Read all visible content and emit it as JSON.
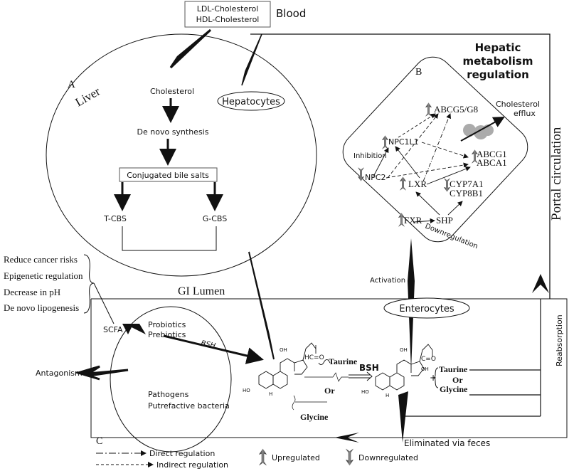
{
  "blood": {
    "ldl": "LDL-Cholesterol",
    "hdl": "HDL-Cholesterol",
    "label": "Blood"
  },
  "liver": {
    "panel": "A",
    "label": "Liver",
    "hepatocytes": "Hepatocytes",
    "cholesterol": "Cholesterol",
    "de_novo": "De novo synthesis",
    "conjugated": "Conjugated bile salts",
    "tcbs": "T-CBS",
    "gcbs": "G-CBS"
  },
  "hepatic": {
    "panel": "B",
    "title_1": "Hepatic",
    "title_2": "metabolism",
    "title_3": "regulation",
    "abcg5": "ABCG5/G8",
    "efflux_1": "Cholesterol",
    "efflux_2": "efflux",
    "npc1l1": "NPC1L1",
    "inhibition": "Inhibition",
    "npc2": "NPC2",
    "lxr": "LXR",
    "abcg1": "ABCG1",
    "abca1": "ABCA1",
    "cyp7a1": "CYP7A1",
    "cyp8b1": "CYP8B1",
    "fxr": "FXR",
    "shp": "SHP",
    "downregulation": "Downregulation"
  },
  "portal": "Portal circulation",
  "reabsorption": "Reabsorption",
  "activation": "Activation",
  "effects": [
    "Reduce cancer risks",
    "Epigenetic regulation",
    "Decrease in pH",
    "De novo lipogenesis"
  ],
  "lumen": {
    "label": "GI Lumen",
    "enterocytes": "Enterocytes",
    "scfa": "SCFA",
    "antagonism": "Antagonism",
    "probiotics": "Probiotics",
    "prebiotics": "Prebiotics",
    "pathogens": "Pathogens",
    "putrefactive": "Putrefactive bacteria",
    "bsh1": "BSH",
    "bsh2": "BSH",
    "taurine": "Taurine",
    "or": "Or",
    "glycine": "Glycine",
    "taurine2": "Taurine",
    "or2": "Or",
    "glycine2": "Glycine",
    "plus": "+",
    "eliminated": "Eliminated via feces",
    "oh": "OH",
    "ho": "HO",
    "h": "H",
    "hc_o": "HC=O",
    "c_o": "C=O"
  },
  "legend": {
    "panel": "C",
    "direct": "Direct regulation",
    "indirect": "Indirect regulation",
    "up": "Upregulated",
    "down": "Downregulated"
  }
}
